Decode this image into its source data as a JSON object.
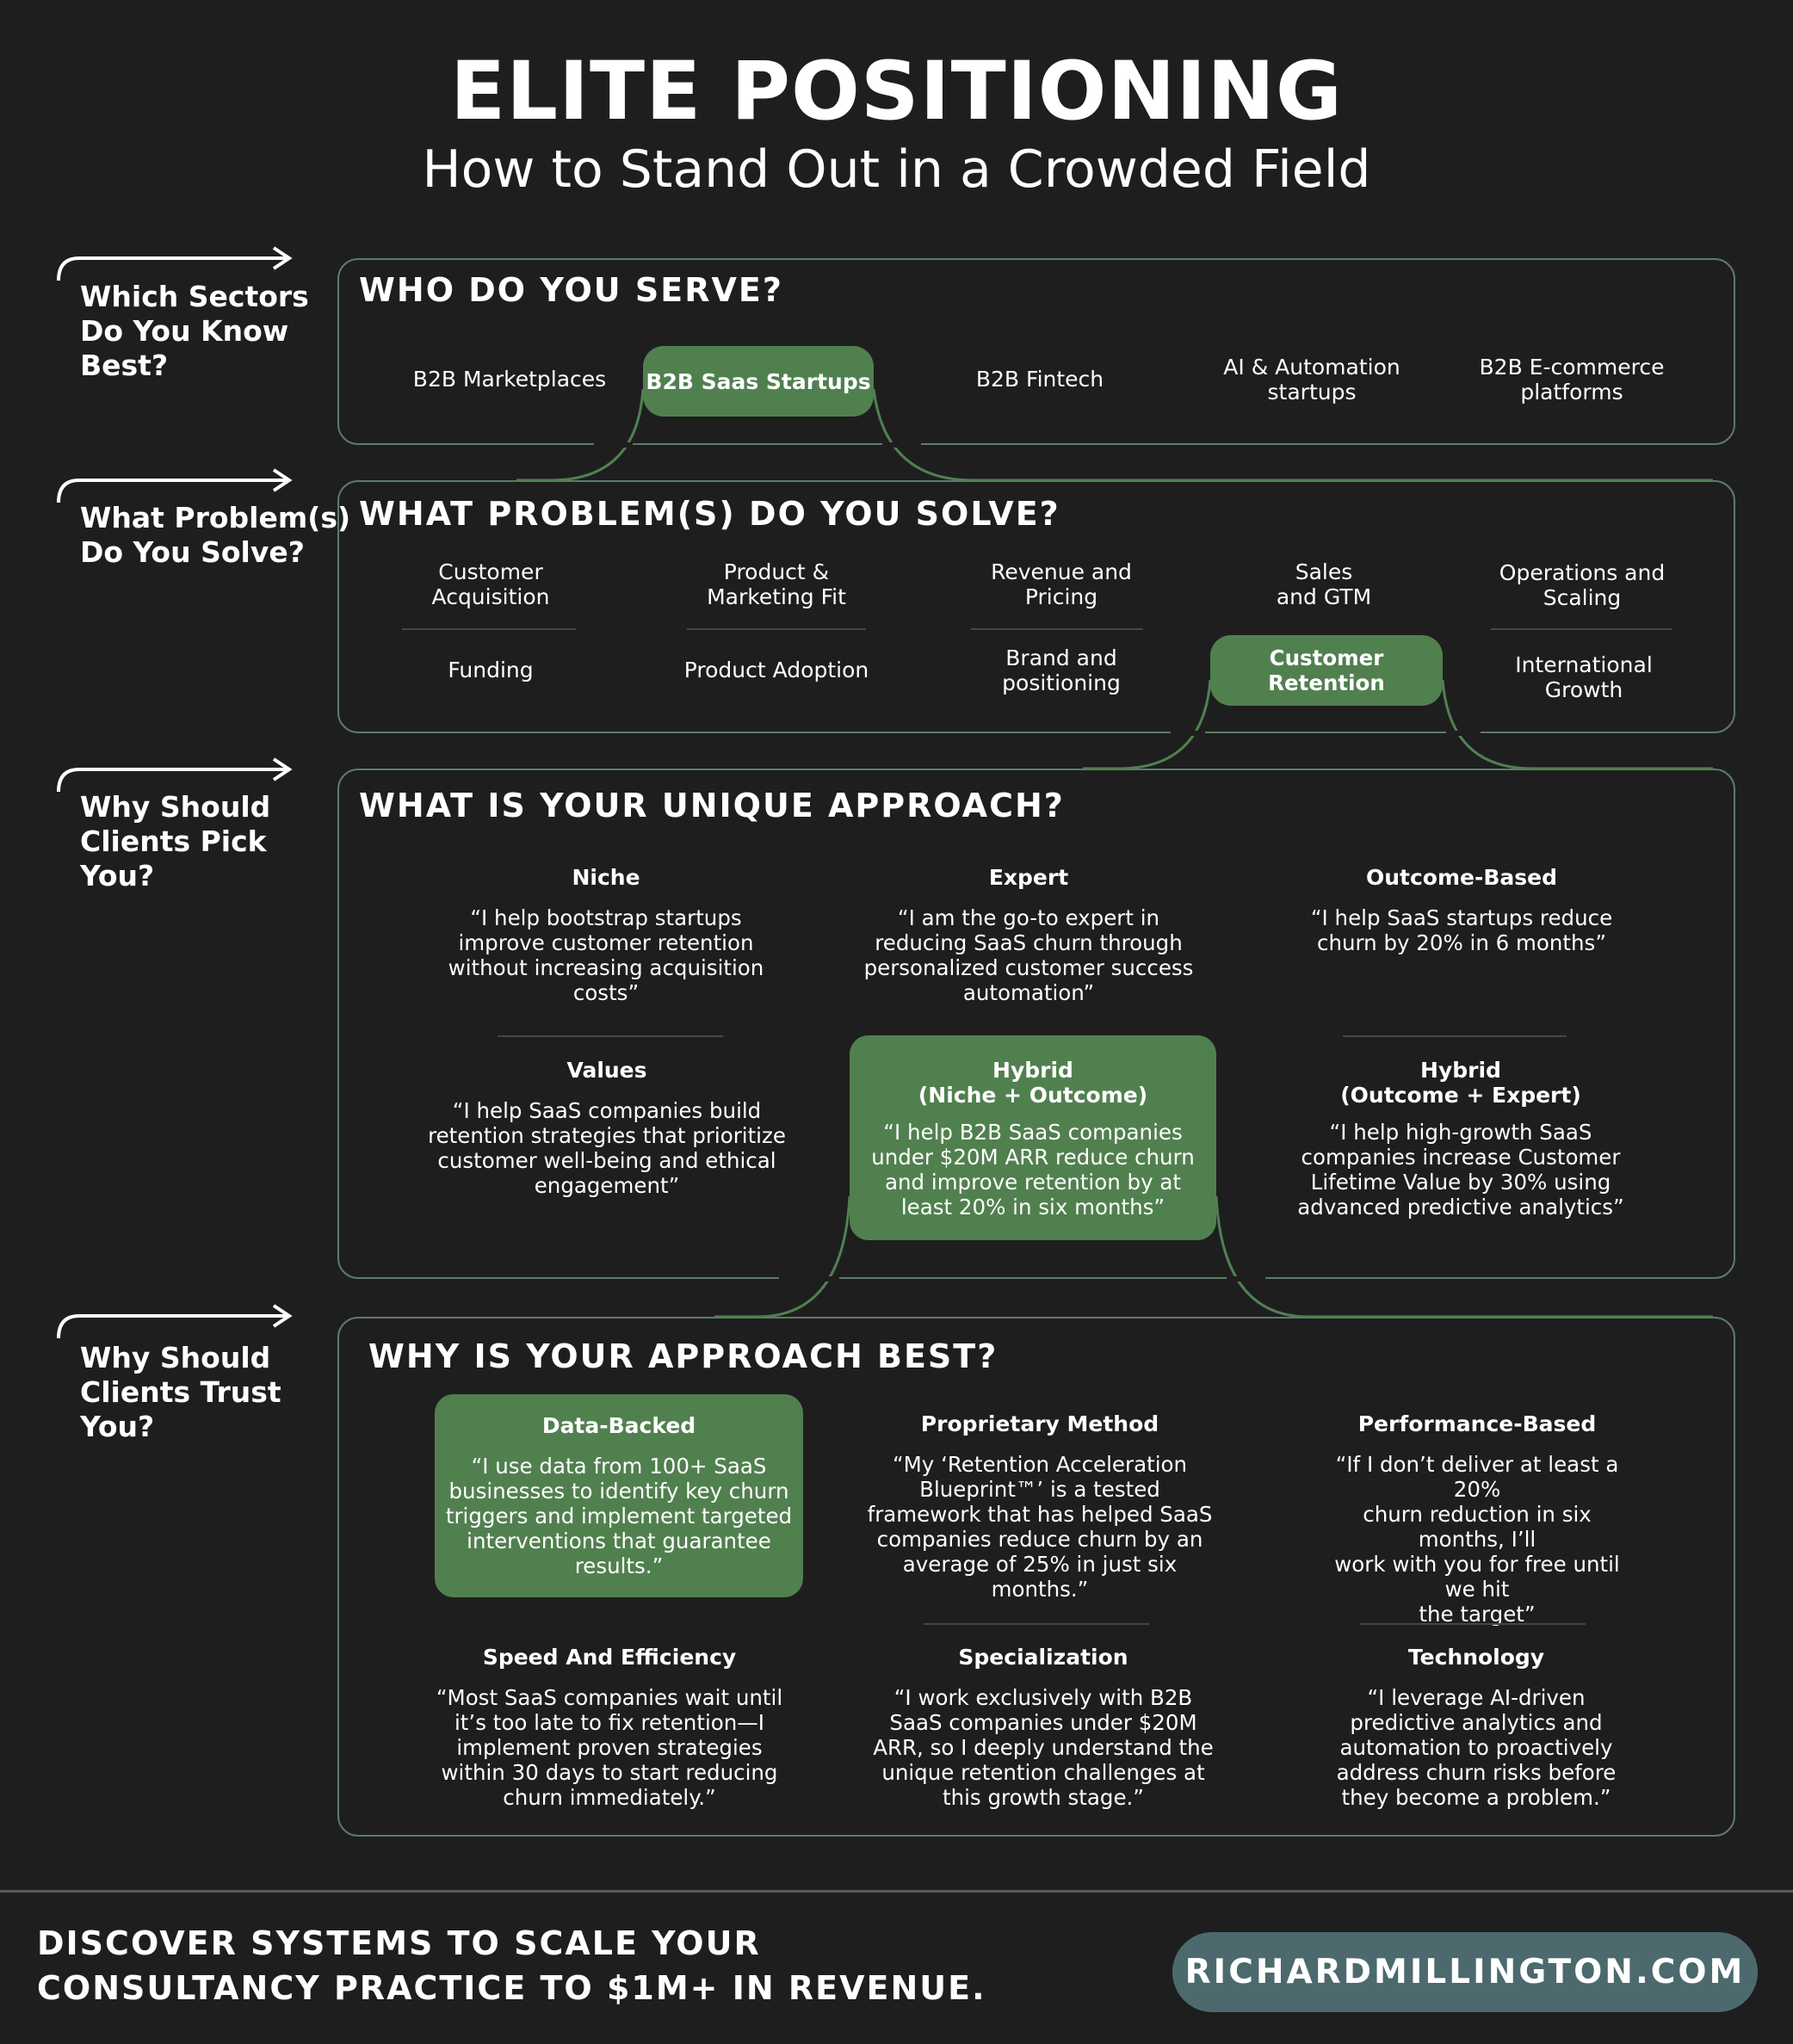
{
  "header": {
    "title": "ELITE POSITIONING",
    "subtitle": "How to Stand Out in a Crowded Field"
  },
  "side_labels": [
    {
      "l1": "Which Sectors",
      "l2": "Do You Know",
      "l3": "Best?"
    },
    {
      "l1": "What Problem(s)",
      "l2": "Do You Solve?",
      "l3": ""
    },
    {
      "l1": "Why Should",
      "l2": "Clients Pick",
      "l3": "You?"
    },
    {
      "l1": "Why Should",
      "l2": "Clients Trust",
      "l3": "You?"
    }
  ],
  "serve": {
    "title": "WHO DO YOU SERVE?",
    "items": [
      {
        "l1": "B2B Marketplaces",
        "l2": ""
      },
      {
        "l1": "B2B Saas Startups",
        "l2": ""
      },
      {
        "l1": "B2B Fintech",
        "l2": ""
      },
      {
        "l1": "AI & Automation",
        "l2": "startups"
      },
      {
        "l1": "B2B E-commerce",
        "l2": "platforms"
      }
    ]
  },
  "problems": {
    "title": "WHAT PROBLEM(S) DO YOU SOLVE?",
    "items": [
      {
        "l1": "Customer",
        "l2": "Acquisition"
      },
      {
        "l1": "Product &",
        "l2": "Marketing Fit"
      },
      {
        "l1": "Revenue and",
        "l2": "Pricing"
      },
      {
        "l1": "Sales",
        "l2": "and GTM"
      },
      {
        "l1": "Operations and",
        "l2": "Scaling"
      },
      {
        "l1": "Funding",
        "l2": ""
      },
      {
        "l1": "Product Adoption",
        "l2": ""
      },
      {
        "l1": "Brand and",
        "l2": "positioning"
      },
      {
        "l1": "Customer Retention",
        "l2": ""
      },
      {
        "l1": "International",
        "l2": "Growth"
      }
    ]
  },
  "approach": {
    "title": "WHAT IS YOUR UNIQUE APPROACH?",
    "cards": [
      {
        "h1": "Niche",
        "h2": "",
        "lines": [
          "“I help bootstrap startups",
          "improve customer retention",
          "without increasing acquisition",
          "costs”"
        ]
      },
      {
        "h1": "Expert",
        "h2": "",
        "lines": [
          "“I am the go-to expert in",
          "reducing SaaS churn through",
          "personalized customer success",
          "automation”"
        ]
      },
      {
        "h1": "Outcome-Based",
        "h2": "",
        "lines": [
          "“I help SaaS startups reduce",
          "churn by 20% in 6 months”",
          "",
          ""
        ]
      },
      {
        "h1": "Values",
        "h2": "",
        "lines": [
          "“I help SaaS companies build",
          "retention strategies that prioritize",
          "customer well-being and ethical",
          "engagement”"
        ]
      },
      {
        "h1": "Hybrid",
        "h2": "(Niche + Outcome)",
        "lines": [
          "“I help B2B SaaS companies",
          "under $20M ARR reduce churn",
          "and improve retention by at",
          "least 20% in six months”"
        ]
      },
      {
        "h1": "Hybrid",
        "h2": "(Outcome + Expert)",
        "lines": [
          "“I help high-growth SaaS",
          "companies increase Customer",
          "Lifetime Value by 30% using",
          "advanced predictive analytics”"
        ]
      }
    ]
  },
  "best": {
    "title": "WHY IS YOUR APPROACH BEST?",
    "cards": [
      {
        "h1": "Data-Backed",
        "lines": [
          "“I use data from 100+ SaaS",
          "businesses to identify key churn",
          "triggers and implement targeted",
          "interventions that guarantee",
          "results.”",
          ""
        ]
      },
      {
        "h1": "Proprietary Method",
        "lines": [
          "“My ‘Retention Acceleration",
          "Blueprint™’ is a tested",
          "framework that has helped SaaS",
          "companies reduce churn by an",
          "average of 25% in just six",
          "months.”"
        ]
      },
      {
        "h1": "Performance-Based",
        "lines": [
          "“If I don’t deliver at least a 20%",
          "churn reduction in six months, I’ll",
          "work with you for free until we hit",
          "the target”",
          "",
          ""
        ]
      },
      {
        "h1": "Speed And Efficiency",
        "lines": [
          "“Most SaaS companies wait until",
          "it’s too late to fix retention—I",
          "implement proven strategies",
          "within 30 days to start reducing",
          "churn immediately.”",
          ""
        ]
      },
      {
        "h1": "Specialization",
        "lines": [
          "“I work exclusively with B2B",
          "SaaS companies under $20M",
          "ARR, so I deeply understand the",
          "unique retention challenges at",
          "this growth stage.”",
          ""
        ]
      },
      {
        "h1": "Technology",
        "lines": [
          "“I leverage AI-driven",
          "predictive analytics and",
          "automation to proactively",
          "address churn risks before",
          "they become a problem.”",
          ""
        ]
      }
    ]
  },
  "footer": {
    "line1": "DISCOVER SYSTEMS TO SCALE YOUR",
    "line2": "CONSULTANCY PRACTICE TO $1M+ IN REVENUE.",
    "button": "RICHARDMILLINGTON.COM"
  },
  "colors": {
    "background": "#1e1e1f",
    "accent_green": "#51804f",
    "panel_border": "#5e7a69",
    "footer_button": "#4c6a6e"
  }
}
